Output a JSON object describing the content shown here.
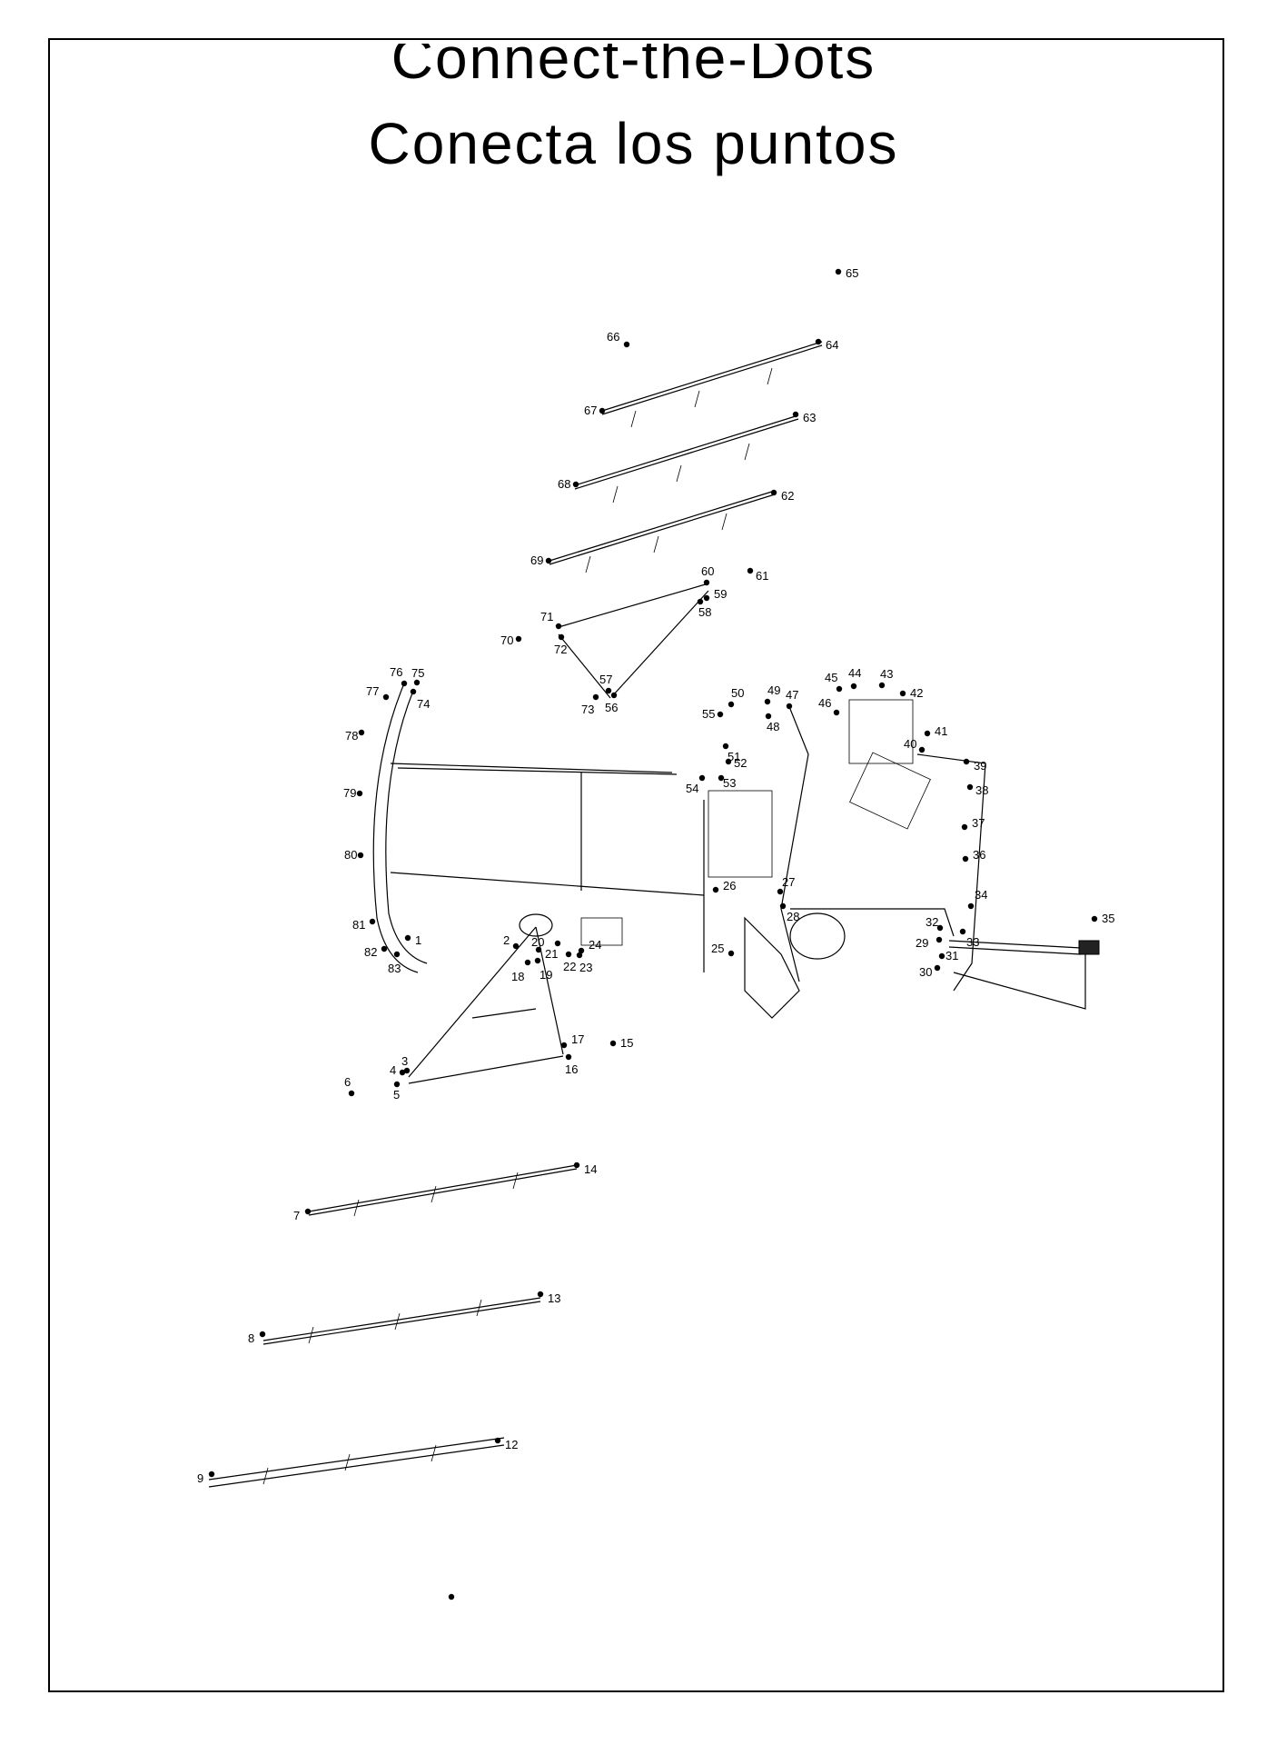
{
  "title": {
    "line1": "Connect-the-Dots",
    "line2": "Conecta los puntos"
  },
  "colors": {
    "ink": "#000000",
    "paper": "#ffffff"
  },
  "dot_labels": [
    "1",
    "2",
    "3",
    "4",
    "5",
    "6",
    "7",
    "8",
    "9",
    "12",
    "13",
    "14",
    "15",
    "16",
    "17",
    "18",
    "19",
    "20",
    "21",
    "22",
    "23",
    "24",
    "25",
    "26",
    "27",
    "28",
    "29",
    "30",
    "31",
    "32",
    "33",
    "34",
    "35",
    "36",
    "37",
    "38",
    "39",
    "40",
    "41",
    "42",
    "43",
    "44",
    "45",
    "46",
    "47",
    "48",
    "49",
    "50",
    "51",
    "52",
    "53",
    "54",
    "55",
    "56",
    "57",
    "58",
    "59",
    "60",
    "61",
    "62",
    "63",
    "64",
    "65",
    "66",
    "67",
    "68",
    "69",
    "70",
    "71",
    "72",
    "73",
    "74",
    "75",
    "76",
    "77",
    "78",
    "79",
    "80",
    "81",
    "82",
    "83"
  ]
}
